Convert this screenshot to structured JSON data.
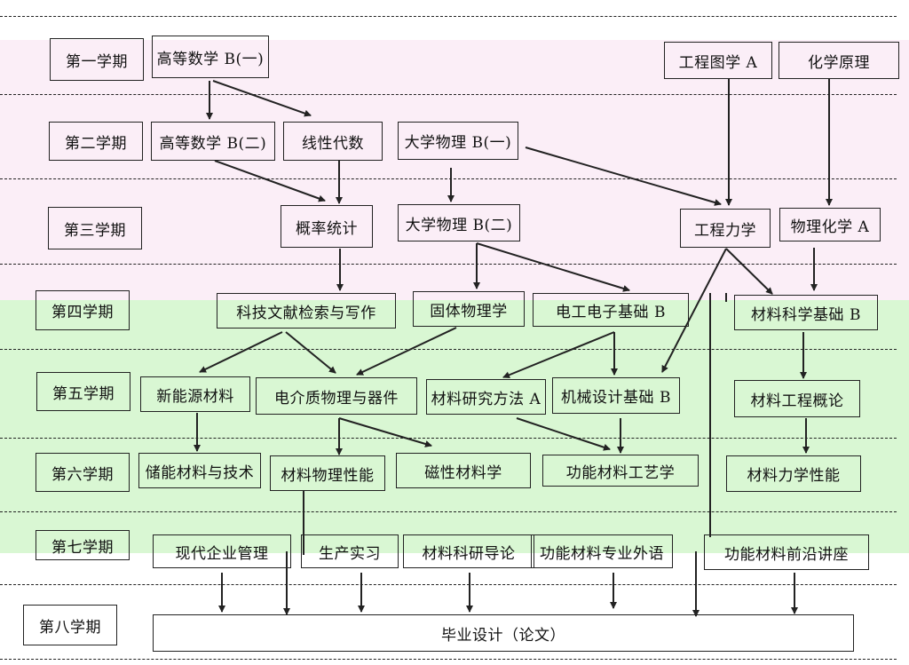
{
  "colors": {
    "upper_band": "#fbeef7",
    "lower_band": "#d9f7d3",
    "line": "#222222"
  },
  "semesters": [
    "第一学期",
    "第二学期",
    "第三学期",
    "第四学期",
    "第五学期",
    "第六学期",
    "第七学期",
    "第八学期"
  ],
  "courses": {
    "math_b1": "高等数学 B(一)",
    "eng_drawing_a": "工程图学 A",
    "chem_principles": "化学原理",
    "math_b2": "高等数学 B(二)",
    "linear_algebra": "线性代数",
    "physics_b1": "大学物理 B(一)",
    "probability_stats": "概率统计",
    "physics_b2": "大学物理 B(二)",
    "eng_mechanics": "工程力学",
    "physical_chem_a": "物理化学 A",
    "sci_tech_literature": "科技文献检索与写作",
    "solid_physics": "固体物理学",
    "electronics_b": "电工电子基础 B",
    "materials_science_b": "材料科学基础 B",
    "new_energy_materials": "新能源材料",
    "dielectric_physics": "电介质物理与器件",
    "research_methods_a": "材料研究方法 A",
    "mech_design_b": "机械设计基础 B",
    "materials_engineering": "材料工程概论",
    "energy_storage": "储能材料与技术",
    "materials_physics_props": "材料物理性能",
    "magnetic_materials": "磁性材料学",
    "functional_process": "功能材料工艺学",
    "mechanical_props": "材料力学性能",
    "enterprise_mgmt": "现代企业管理",
    "production_internship": "生产实习",
    "research_intro": "材料科研导论",
    "professional_english": "功能材料专业外语",
    "frontier_lectures": "功能材料前沿讲座",
    "graduation_thesis": "毕业设计（论文）"
  }
}
